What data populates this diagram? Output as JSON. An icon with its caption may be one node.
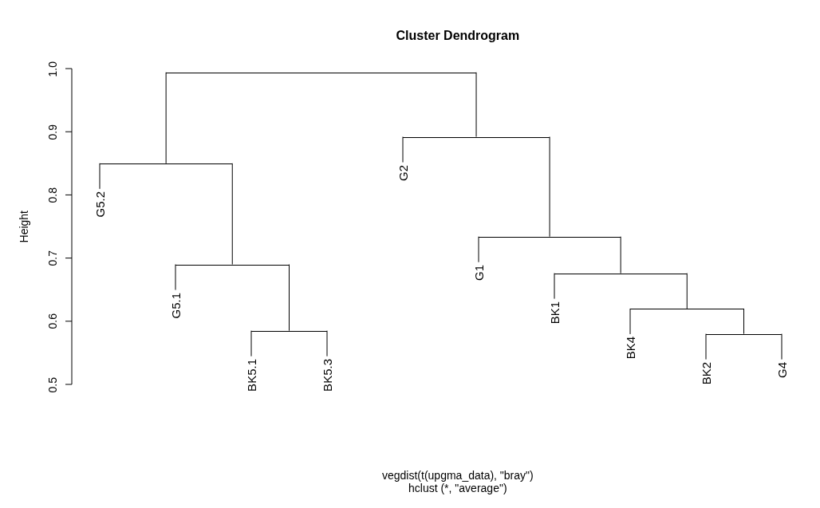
{
  "diagram": {
    "title": "Cluster Dendrogram",
    "nodes": [
      {
        "text": [],
        "shape": "bar"
      },
      {
        "text": [],
        "shape": "bar"
      },
      {
        "text": [
          "G5.2"
        ]
      },
      {
        "text": [],
        "shape": "bar"
      },
      {
        "text": [
          "G5.1"
        ]
      },
      {
        "text": [],
        "shape": "bar"
      },
      {
        "text": [
          "BK5.1"
        ]
      },
      {
        "text": [
          "BK5.3"
        ]
      },
      {
        "text": [],
        "shape": "bar"
      },
      {
        "text": [
          "G2"
        ]
      },
      {
        "text": [],
        "shape": "bar"
      },
      {
        "text": [
          "G1"
        ]
      },
      {
        "text": [],
        "shape": "bar"
      },
      {
        "text": [
          "BK1"
        ]
      },
      {
        "text": [],
        "shape": "bar"
      },
      {
        "text": [
          "BK4"
        ]
      },
      {
        "text": [],
        "shape": "bar"
      },
      {
        "text": [
          "BK2"
        ]
      },
      {
        "text": [
          "G4"
        ]
      }
    ],
    "edges": [
      {
        "from": 0,
        "to": 1,
        "arrow": "none"
      },
      {
        "from": 0,
        "to": 8,
        "arrow": "none"
      },
      {
        "from": 1,
        "to": 2,
        "arrow": "none"
      },
      {
        "from": 1,
        "to": 3,
        "arrow": "none"
      },
      {
        "from": 3,
        "to": 4,
        "arrow": "none"
      },
      {
        "from": 3,
        "to": 5,
        "arrow": "none"
      },
      {
        "from": 5,
        "to": 6,
        "arrow": "none"
      },
      {
        "from": 5,
        "to": 7,
        "arrow": "none"
      },
      {
        "from": 8,
        "to": 9,
        "arrow": "none"
      },
      {
        "from": 8,
        "to": 10,
        "arrow": "none"
      },
      {
        "from": 10,
        "to": 11,
        "arrow": "none"
      },
      {
        "from": 10,
        "to": 12,
        "arrow": "none"
      },
      {
        "from": 12,
        "to": 13,
        "arrow": "none"
      },
      {
        "from": 12,
        "to": 14,
        "arrow": "none"
      },
      {
        "from": 14,
        "to": 15,
        "arrow": "none"
      },
      {
        "from": 14,
        "to": 16,
        "arrow": "none"
      },
      {
        "from": 16,
        "to": 17,
        "arrow": "none"
      },
      {
        "from": 16,
        "to": 18,
        "arrow": "none"
      }
    ],
    "labels": [
      "Height",
      "0.5",
      "0.6",
      "0.7",
      "0.8",
      "0.9",
      "1.0",
      "vegdist(t(upgma_data), \"bray\")",
      "hclust (*, \"average\")"
    ]
  }
}
